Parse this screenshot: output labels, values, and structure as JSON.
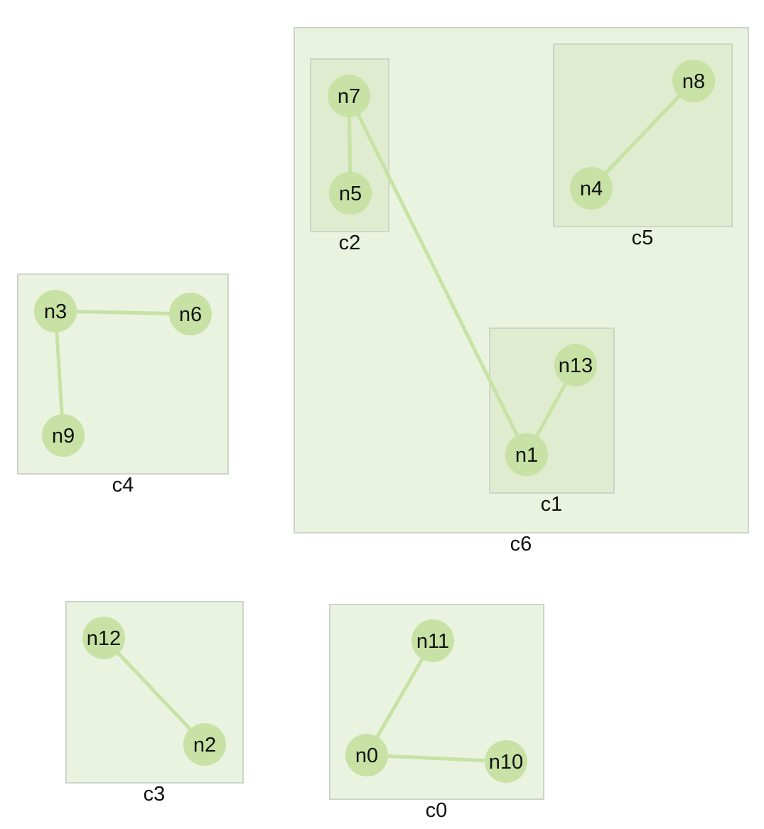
{
  "diagram": {
    "clusters": [
      {
        "id": "c0",
        "label": "c0"
      },
      {
        "id": "c1",
        "label": "c1"
      },
      {
        "id": "c2",
        "label": "c2"
      },
      {
        "id": "c3",
        "label": "c3"
      },
      {
        "id": "c4",
        "label": "c4"
      },
      {
        "id": "c5",
        "label": "c5"
      },
      {
        "id": "c6",
        "label": "c6"
      }
    ],
    "nodes": [
      {
        "id": "n0",
        "label": "n0"
      },
      {
        "id": "n1",
        "label": "n1"
      },
      {
        "id": "n2",
        "label": "n2"
      },
      {
        "id": "n3",
        "label": "n3"
      },
      {
        "id": "n4",
        "label": "n4"
      },
      {
        "id": "n5",
        "label": "n5"
      },
      {
        "id": "n6",
        "label": "n6"
      },
      {
        "id": "n7",
        "label": "n7"
      },
      {
        "id": "n8",
        "label": "n8"
      },
      {
        "id": "n9",
        "label": "n9"
      },
      {
        "id": "n10",
        "label": "n10"
      },
      {
        "id": "n11",
        "label": "n11"
      },
      {
        "id": "n12",
        "label": "n12"
      },
      {
        "id": "n13",
        "label": "n13"
      }
    ],
    "edges": [
      {
        "from": "n7",
        "to": "n5"
      },
      {
        "from": "n7",
        "to": "n1"
      },
      {
        "from": "n13",
        "to": "n1"
      },
      {
        "from": "n8",
        "to": "n4"
      },
      {
        "from": "n3",
        "to": "n6"
      },
      {
        "from": "n3",
        "to": "n9"
      },
      {
        "from": "n12",
        "to": "n2"
      },
      {
        "from": "n11",
        "to": "n0"
      },
      {
        "from": "n0",
        "to": "n10"
      }
    ],
    "colors": {
      "cluster_fill": "#eaf3e0",
      "nested_cluster_fill": "#dfeccf",
      "cluster_border": "#cfd4c9",
      "node_fill": "#c7e2a4",
      "edge": "#c7e2a4",
      "text": "#111111"
    }
  }
}
